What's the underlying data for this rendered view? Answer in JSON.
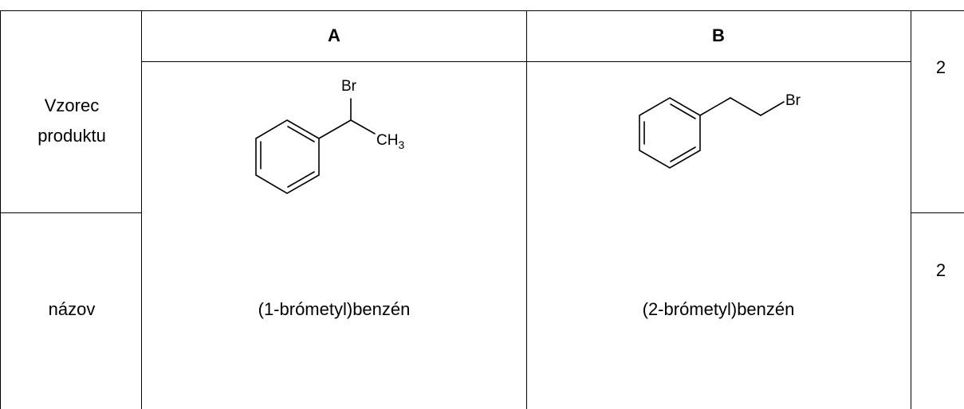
{
  "table": {
    "header": {
      "col_a": "A",
      "col_b": "B"
    },
    "rows": [
      {
        "label_line1": "Vzorec",
        "label_line2": "produktu",
        "points": "2",
        "structure_a": {
          "atom_top": "Br",
          "atom_right": "CH",
          "atom_right_sub": "3"
        },
        "structure_b": {
          "atom_end": "Br"
        }
      },
      {
        "label": "názov",
        "points": "2",
        "name_a": "(1-brómetyl)benzén",
        "name_b": "(2-brómetyl)benzén"
      }
    ]
  }
}
